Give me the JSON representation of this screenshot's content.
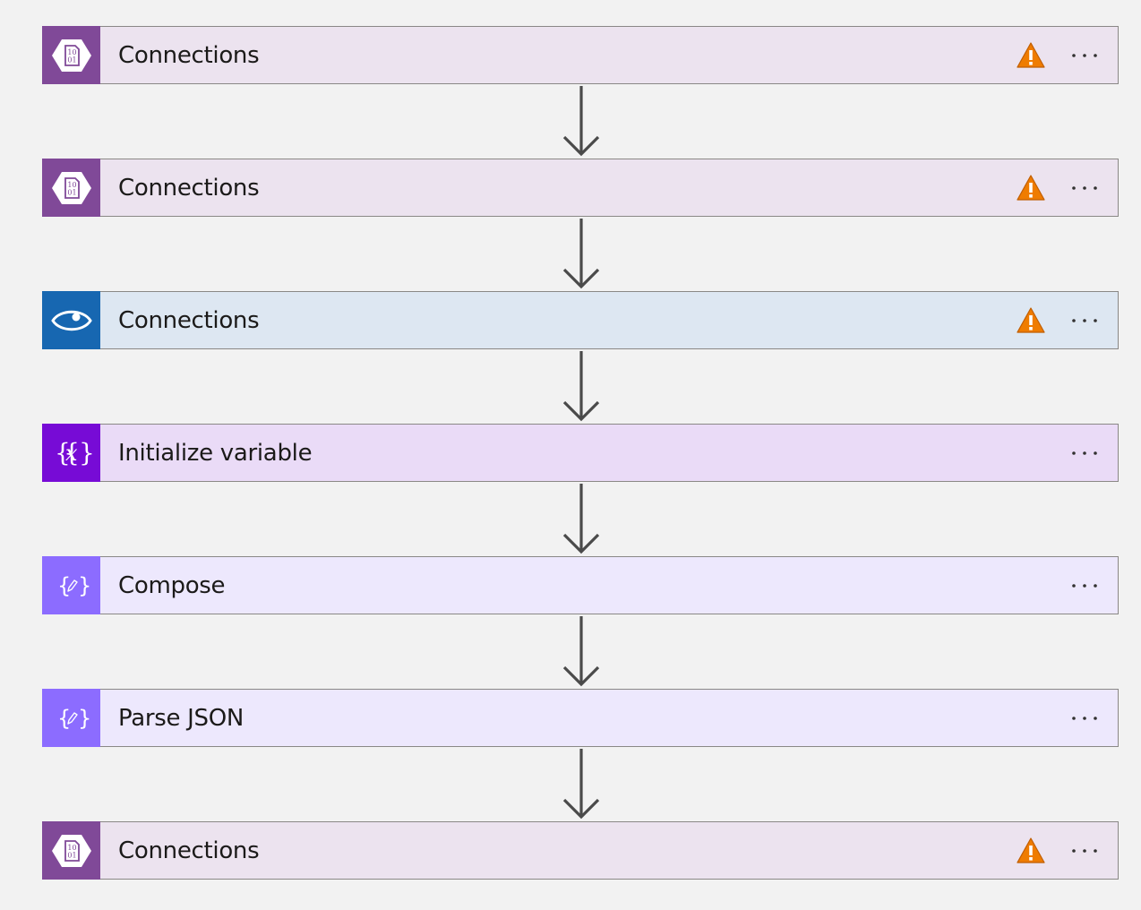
{
  "flow": {
    "steps": [
      {
        "title": "Connections",
        "icon": "blob-storage-icon",
        "has_warning": true,
        "theme": "purple"
      },
      {
        "title": "Connections",
        "icon": "blob-storage-icon",
        "has_warning": true,
        "theme": "purple"
      },
      {
        "title": "Connections",
        "icon": "vision-eye-icon",
        "has_warning": true,
        "theme": "blue"
      },
      {
        "title": "Initialize variable",
        "icon": "variable-icon",
        "has_warning": false,
        "theme": "violet"
      },
      {
        "title": "Compose",
        "icon": "compose-icon",
        "has_warning": false,
        "theme": "lavender"
      },
      {
        "title": "Parse JSON",
        "icon": "parse-json-icon",
        "has_warning": false,
        "theme": "lavender"
      },
      {
        "title": "Connections",
        "icon": "blob-storage-icon",
        "has_warning": true,
        "theme": "purple"
      }
    ]
  },
  "icons": {
    "warning": "warning-icon",
    "more": "more-options-icon",
    "arrow": "arrow-down-icon"
  },
  "colors": {
    "purple": {
      "accent": "#804998",
      "tint": "#ece3ef"
    },
    "blue": {
      "accent": "#1767b1",
      "tint": "#dde7f2"
    },
    "violet": {
      "accent": "#770bd6",
      "tint": "#eadbf7"
    },
    "lavender": {
      "accent": "#8c6cff",
      "tint": "#ede8fd"
    },
    "warning": "#ef7c00",
    "border": "#8a8886",
    "connector": "#4a4a4a"
  }
}
